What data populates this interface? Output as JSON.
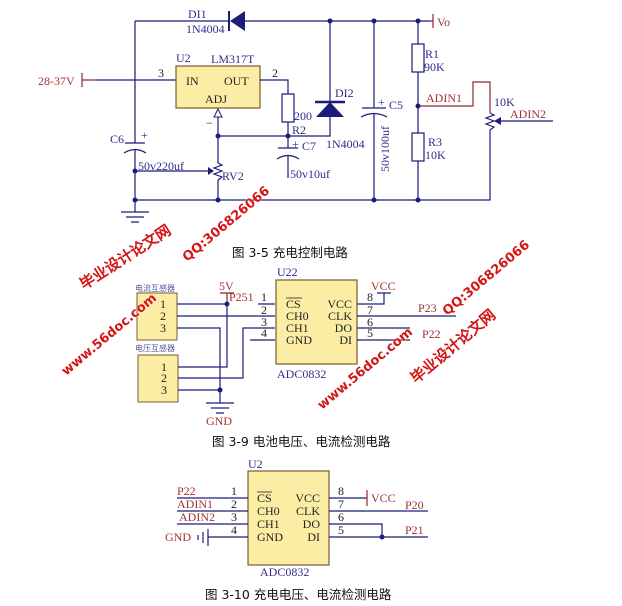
{
  "fig1": {
    "caption": "图 3-5 充电控制电路",
    "input": "28-37V",
    "output": "Vo",
    "u2": {
      "ref": "U2",
      "part": "LM317T",
      "in": "IN",
      "out": "OUT",
      "adj": "ADJ",
      "pin_in": "3",
      "pin_out": "2",
      "adj_mark": "−"
    },
    "di1": {
      "ref": "DI1",
      "part": "1N4004"
    },
    "di2": {
      "ref": "DI2",
      "part": "1N4004"
    },
    "r2": {
      "ref": "R2",
      "value": "200"
    },
    "c7": {
      "ref": "C7",
      "value": "50v10uf",
      "plus": "+"
    },
    "c6": {
      "ref": "C6",
      "value": "50v220uf",
      "plus": "+"
    },
    "rv2": {
      "ref": "RV2"
    },
    "c5": {
      "ref": "C5",
      "value": "50v100uf",
      "plus": "+"
    },
    "r1": {
      "ref": "R1",
      "value": "90K"
    },
    "r3": {
      "ref": "R3",
      "value": "10K"
    },
    "pot": {
      "value": "10K"
    },
    "adin1": "ADIN1",
    "adin2": "ADIN2"
  },
  "fig2": {
    "caption": "图 3-9  电池电压、电流检测电路",
    "current_sensor": "电流互感器",
    "voltage_sensor": "电压互感器",
    "sensor_pins": [
      "1",
      "2",
      "3"
    ],
    "supply": "5V",
    "gnd": "GND",
    "p251": "P251",
    "chip": {
      "ref": "U22",
      "part": "ADC0832",
      "left": [
        "CS",
        "CH0",
        "CH1",
        "GND"
      ],
      "right": [
        "VCC",
        "CLK",
        "DO",
        "DI"
      ],
      "left_pins": [
        "1",
        "2",
        "3",
        "4"
      ],
      "right_pins": [
        "8",
        "7",
        "6",
        "5"
      ]
    },
    "vcc": "VCC",
    "p23": "P23",
    "p22": "P22"
  },
  "fig3": {
    "caption": "图 3-10  充电电压、电流检测电路",
    "chip": {
      "ref": "U2",
      "part": "ADC0832",
      "left": [
        "CS",
        "CH0",
        "CH1",
        "GND"
      ],
      "right": [
        "VCC",
        "CLK",
        "DO",
        "DI"
      ],
      "left_pins": [
        "1",
        "2",
        "3",
        "4"
      ],
      "right_pins": [
        "8",
        "7",
        "6",
        "5"
      ]
    },
    "nets_left": [
      "P22",
      "ADIN1",
      "ADIN2"
    ],
    "gnd": "GND",
    "vcc": "VCC",
    "p20": "P20",
    "p21": "P21"
  },
  "watermarks": {
    "site_cn": "毕业设计论文网",
    "qq": "QQ:306826066",
    "url": "www.56doc.com"
  }
}
